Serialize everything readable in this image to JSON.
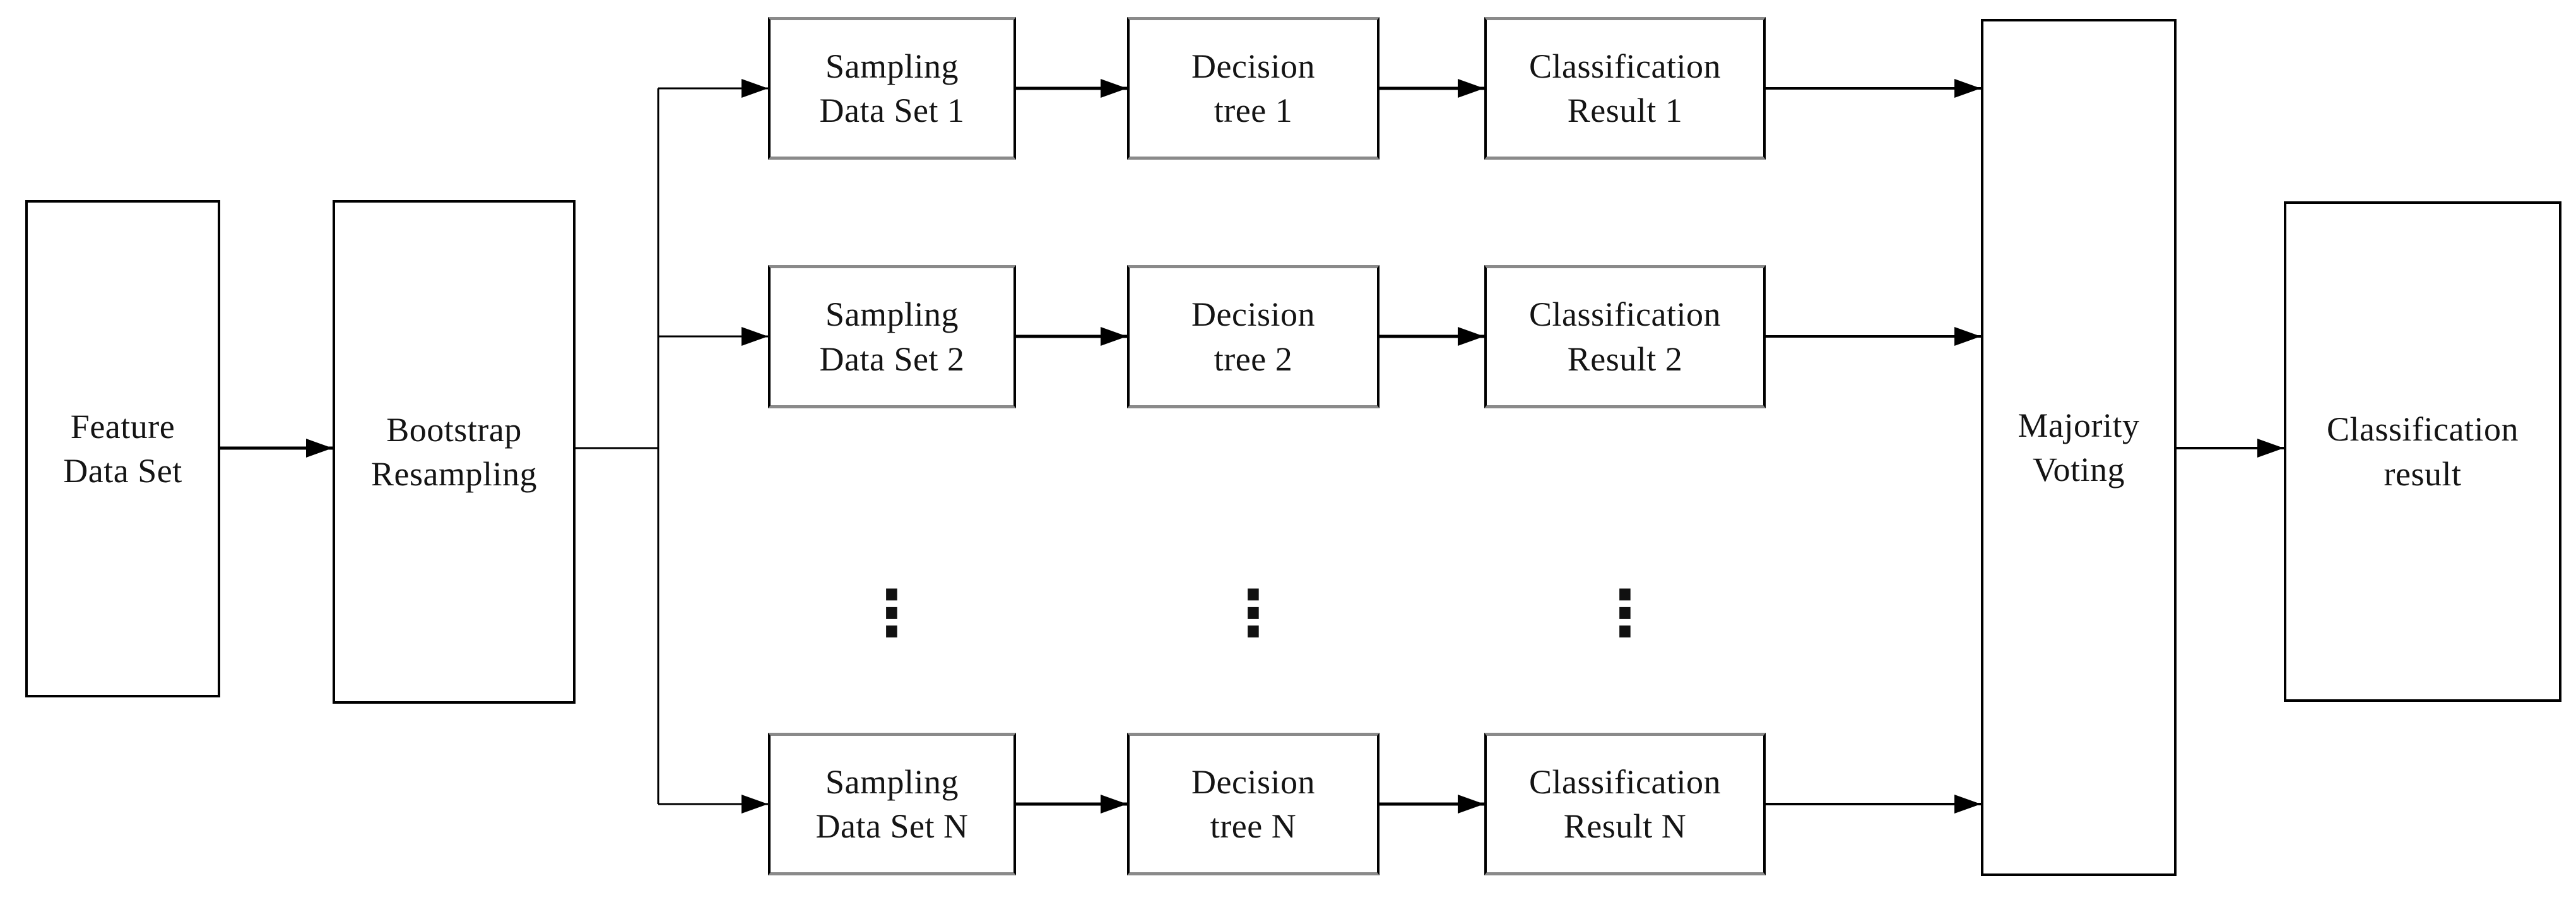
{
  "colors": {
    "background": "#ffffff",
    "line": "#000000",
    "mid_box_horizontal_border": "#8a8a8a",
    "text": "#141414"
  },
  "ellipsis_char": "⋮",
  "nodes": {
    "feature_data_set": {
      "label": "Feature\nData Set"
    },
    "bootstrap_resampling": {
      "label": "Bootstrap\nResampling"
    },
    "sampling_1": {
      "label": "Sampling\nData Set 1"
    },
    "sampling_2": {
      "label": "Sampling\nData Set 2"
    },
    "sampling_n": {
      "label": "Sampling\nData Set N"
    },
    "decision_1": {
      "label": "Decision\ntree 1"
    },
    "decision_2": {
      "label": "Decision\ntree 2"
    },
    "decision_n": {
      "label": "Decision\ntree N"
    },
    "result_1": {
      "label": "Classification\nResult 1"
    },
    "result_2": {
      "label": "Classification\nResult 2"
    },
    "result_n": {
      "label": "Classification\nResult N"
    },
    "majority_voting": {
      "label": "Majority\nVoting"
    },
    "classification_result": {
      "label": "Classification\nresult"
    }
  },
  "edges": [
    {
      "from": "feature_data_set",
      "to": "bootstrap_resampling"
    },
    {
      "from": "bootstrap_resampling",
      "to": "sampling_1"
    },
    {
      "from": "bootstrap_resampling",
      "to": "sampling_2"
    },
    {
      "from": "bootstrap_resampling",
      "to": "sampling_n"
    },
    {
      "from": "sampling_1",
      "to": "decision_1"
    },
    {
      "from": "sampling_2",
      "to": "decision_2"
    },
    {
      "from": "sampling_n",
      "to": "decision_n"
    },
    {
      "from": "decision_1",
      "to": "result_1"
    },
    {
      "from": "decision_2",
      "to": "result_2"
    },
    {
      "from": "decision_n",
      "to": "result_n"
    },
    {
      "from": "result_1",
      "to": "majority_voting"
    },
    {
      "from": "result_2",
      "to": "majority_voting"
    },
    {
      "from": "result_n",
      "to": "majority_voting"
    },
    {
      "from": "majority_voting",
      "to": "classification_result"
    }
  ]
}
